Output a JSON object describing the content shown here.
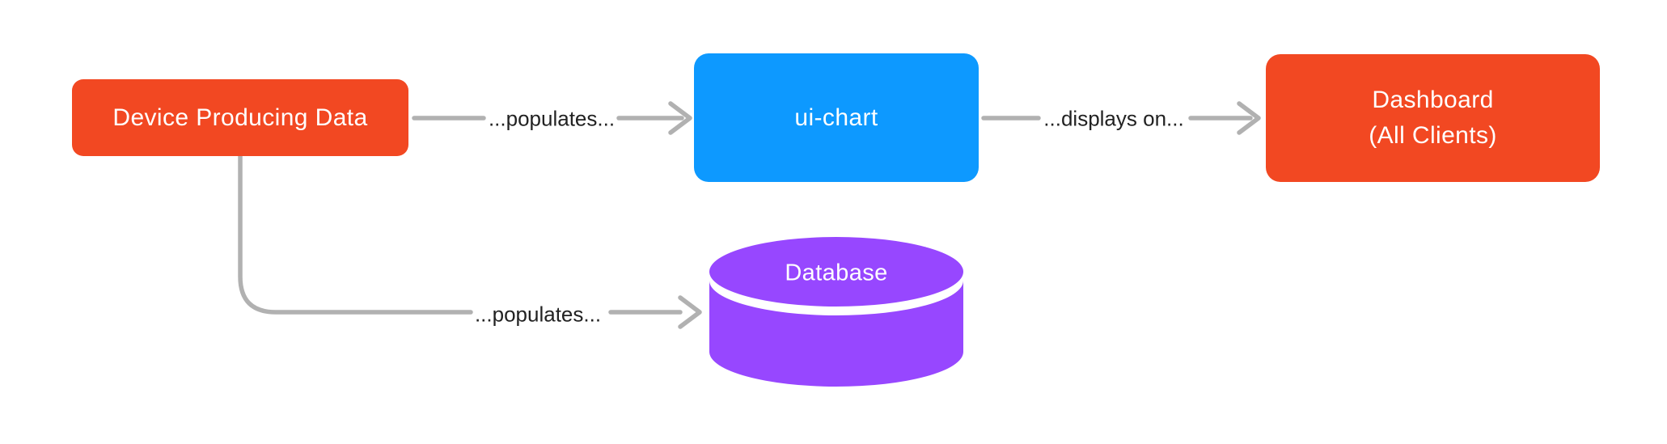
{
  "diagram": {
    "background_color": "#FFFFFF",
    "connector_color": "#B1B1B1",
    "edge_label_color": "#222222",
    "nodes": {
      "device": {
        "label": "Device Producing Data",
        "shape": "rounded-rect",
        "fill": "#F24822",
        "text_color": "#FFFFFF"
      },
      "ui_chart": {
        "label": "ui-chart",
        "shape": "rounded-rect",
        "fill": "#0D99FF",
        "text_color": "#FFFFFF"
      },
      "dashboard": {
        "lines": [
          "Dashboard",
          "(All Clients)"
        ],
        "shape": "rounded-rect",
        "fill": "#F24822",
        "text_color": "#FFFFFF"
      },
      "database": {
        "label": "Database",
        "shape": "cylinder",
        "fill": "#9747FF",
        "text_color": "#FFFFFF"
      }
    },
    "edges": [
      {
        "from": "device",
        "to": "ui_chart",
        "label": "...populates...",
        "arrow": "right"
      },
      {
        "from": "ui_chart",
        "to": "dashboard",
        "label": "...displays on...",
        "arrow": "right"
      },
      {
        "from": "device",
        "to": "database",
        "label": "...populates...",
        "arrow": "right"
      }
    ]
  }
}
